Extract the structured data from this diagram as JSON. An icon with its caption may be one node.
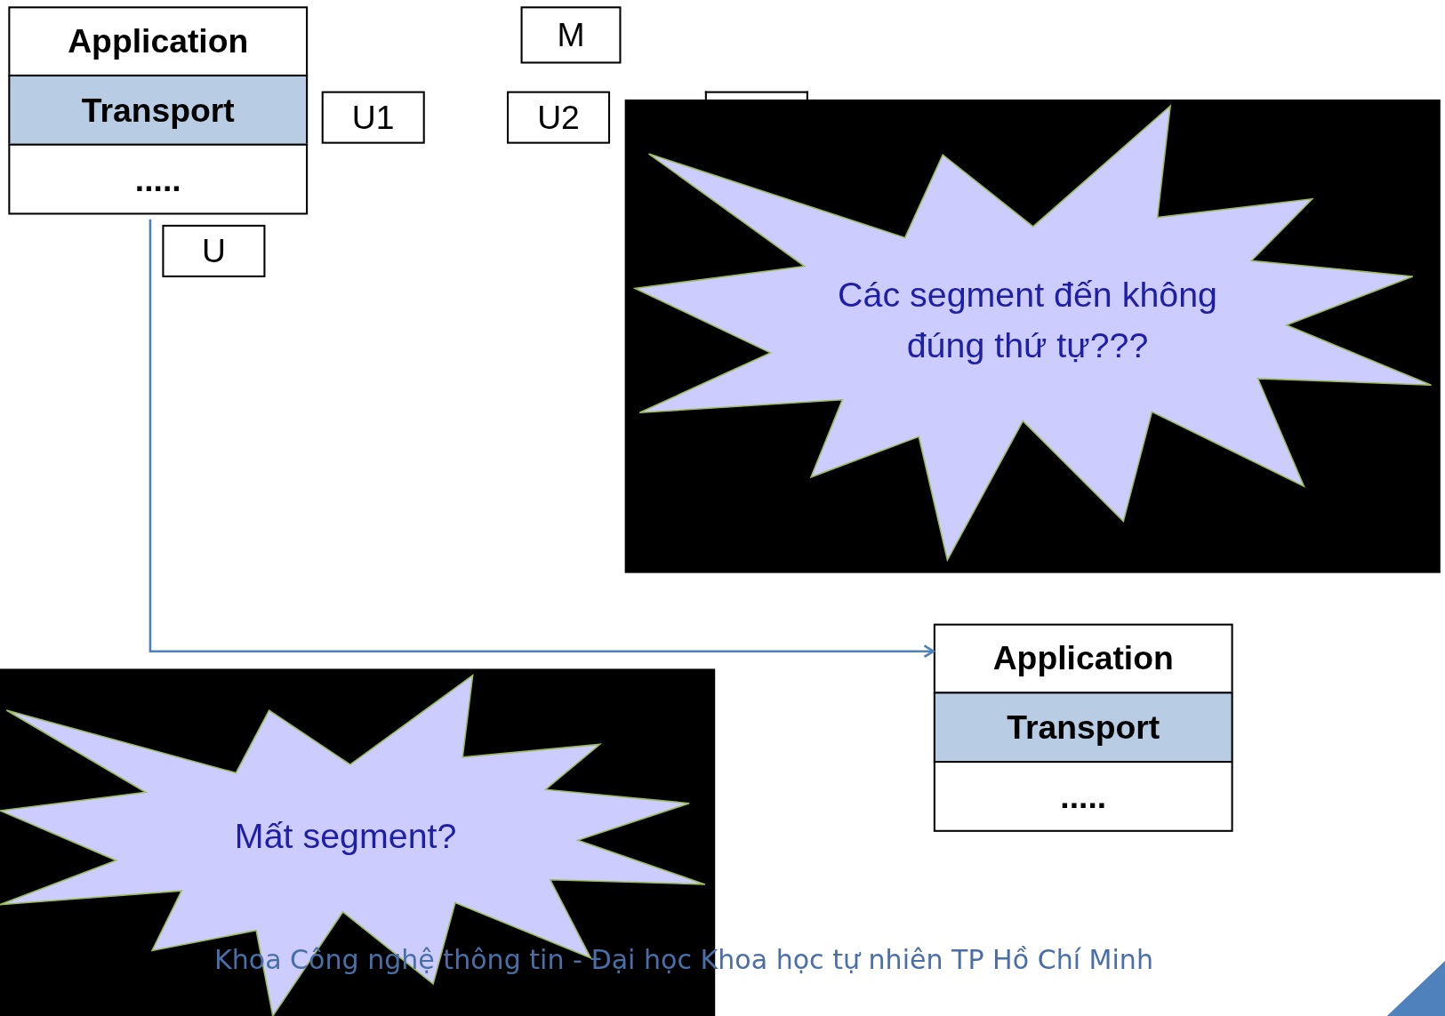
{
  "diagram": {
    "nodes": [
      {
        "text": [
          "Application"
        ]
      },
      {
        "text": [
          "Transport"
        ]
      },
      {
        "text": [
          "....."
        ]
      },
      {
        "text": [
          "M"
        ]
      },
      {
        "text": [
          "U1"
        ]
      },
      {
        "text": [
          "U2"
        ]
      },
      {
        "text": [],
        "shape": "box"
      },
      {
        "text": [
          "Các segment đến không đúng thứ tự???"
        ]
      },
      {
        "text": [
          "U"
        ]
      },
      {
        "text": [
          "Application"
        ]
      },
      {
        "text": [
          "Transport"
        ]
      },
      {
        "text": [
          "....."
        ]
      },
      {
        "text": [
          "Mất segment?"
        ]
      }
    ],
    "edges": [
      {
        "from": 2,
        "to": 9,
        "arrow": "to"
      }
    ],
    "labels": [
      "Khoa Công nghệ thông tin - Đại học Khoa học tự nhiên TP Hồ Chí Minh"
    ]
  }
}
